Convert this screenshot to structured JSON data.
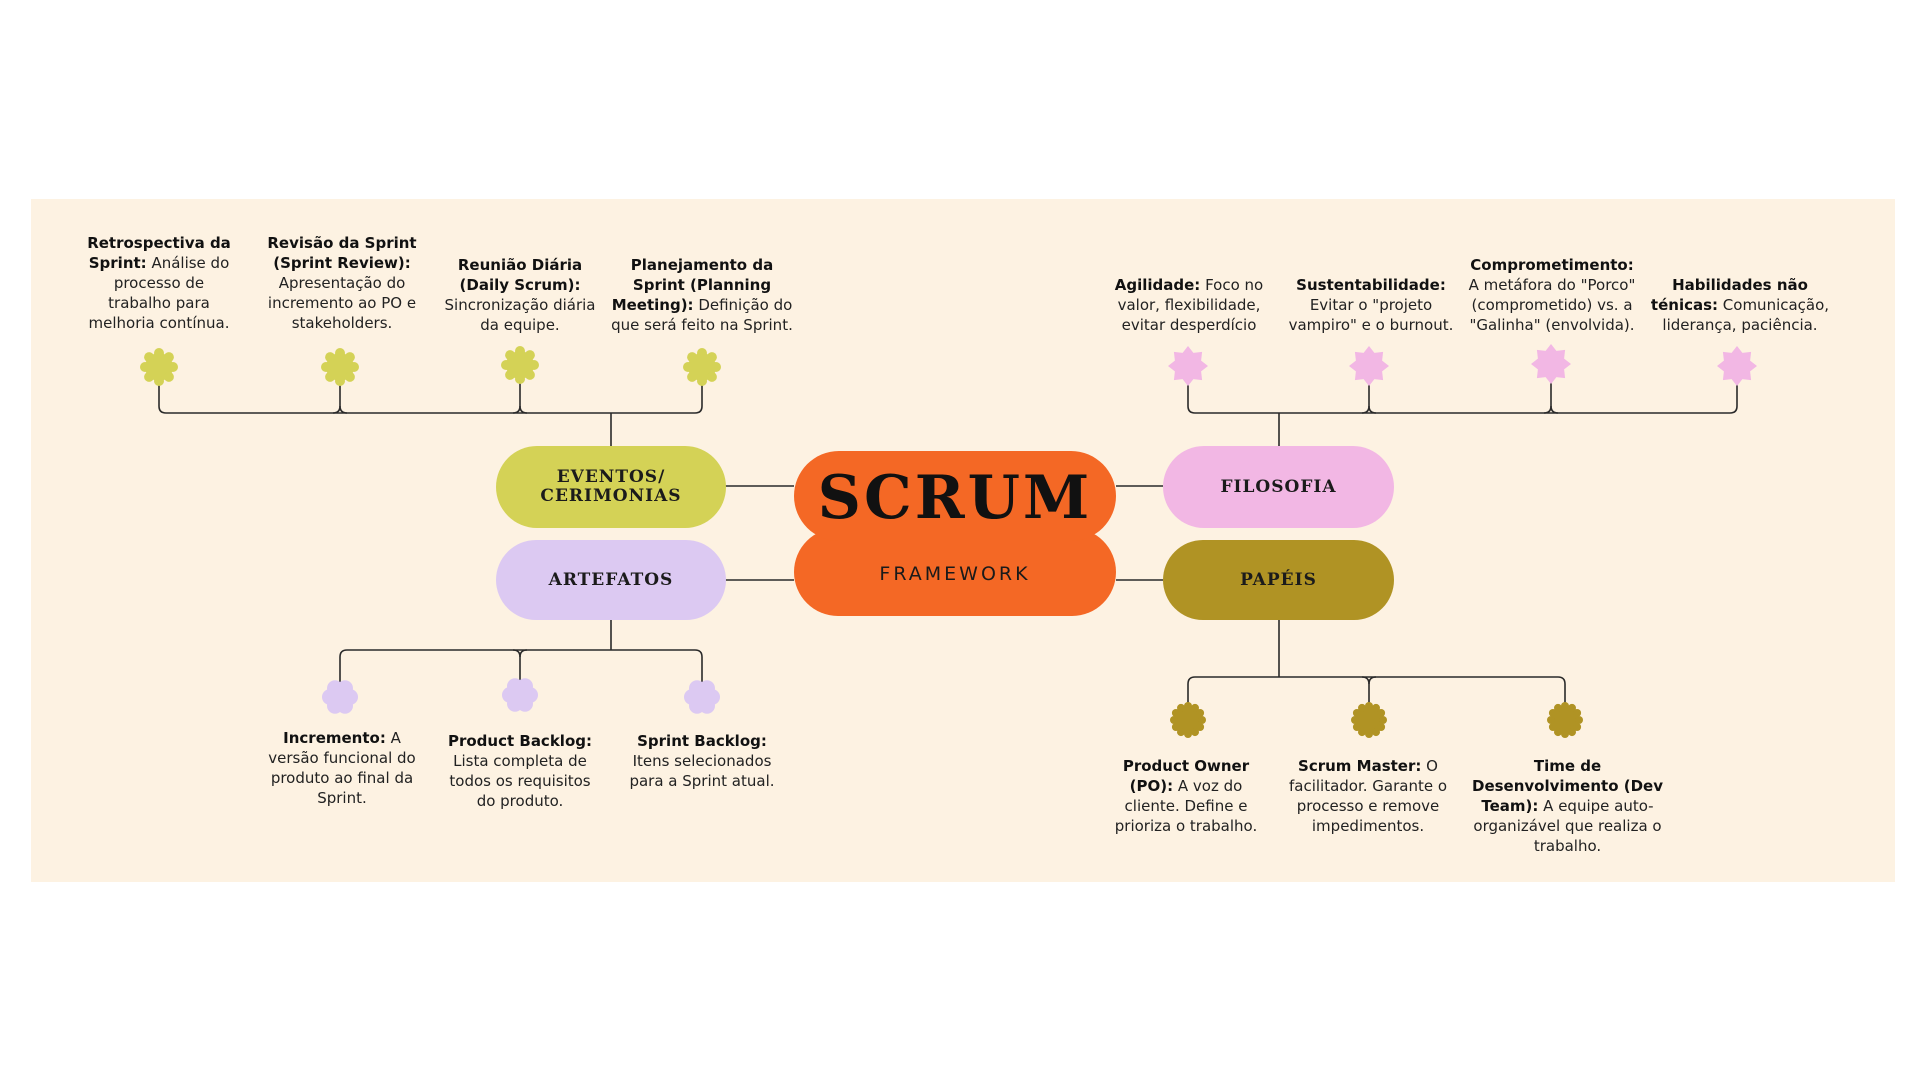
{
  "central": {
    "title": "SCRUM",
    "subtitle": "FRAMEWORK",
    "color": "#f46825"
  },
  "branches": {
    "eventos": {
      "label": "EVENTOS/ CERIMONIAS",
      "color": "#d4d256",
      "icon": "scalloped-circle-icon",
      "items": [
        {
          "title": "Retrospectiva da Sprint:",
          "text": " Análise do processo de trabalho para melhoria contínua."
        },
        {
          "title": "Revisão da Sprint (Sprint Review):",
          "text": " Apresentação do incremento ao PO e stakeholders."
        },
        {
          "title": "Reunião Diária (Daily Scrum):",
          "text": " Sincronização diária da equipe."
        },
        {
          "title": "Planejamento da Sprint (Planning Meeting):",
          "text": " Definição do que será feito na Sprint."
        }
      ]
    },
    "artefatos": {
      "label": "ARTEFATOS",
      "color": "#dcc9f2",
      "icon": "flower-icon",
      "items": [
        {
          "title": "Incremento:",
          "text": " A versão funcional do produto ao final da Sprint."
        },
        {
          "title": "Product Backlog:",
          "text": " Lista completa de todos os requisitos do produto."
        },
        {
          "title": "Sprint Backlog:",
          "text": " Itens selecionados para a Sprint atual."
        }
      ]
    },
    "filosofia": {
      "label": "FILOSOFIA",
      "color": "#f2b7e4",
      "icon": "star-icon",
      "items": [
        {
          "title": "Agilidade:",
          "text": "  Foco no valor, flexibilidade, evitar desperdício"
        },
        {
          "title": "Sustentabilidade:",
          "text": " Evitar o \"projeto vampiro\" e o burnout."
        },
        {
          "title": "Comprometimento:",
          "text": " A metáfora do \"Porco\" (comprometido) vs. a \"Galinha\" (envolvida)."
        },
        {
          "title": "Habilidades não ténicas:",
          "text": " Comunicação, liderança, paciência."
        }
      ]
    },
    "papeis": {
      "label": "PAPÉIS",
      "color": "#b09324",
      "icon": "sun-badge-icon",
      "items": [
        {
          "title": "Product Owner (PO):",
          "text": " A voz do cliente. Define e prioriza o trabalho."
        },
        {
          "title": "Scrum Master:",
          "text": " O facilitador. Garante o processo e remove impedimentos."
        },
        {
          "title": "Time de Desenvolvimento (Dev Team):",
          "text": " A equipe auto-organizável que realiza o trabalho."
        }
      ]
    }
  }
}
